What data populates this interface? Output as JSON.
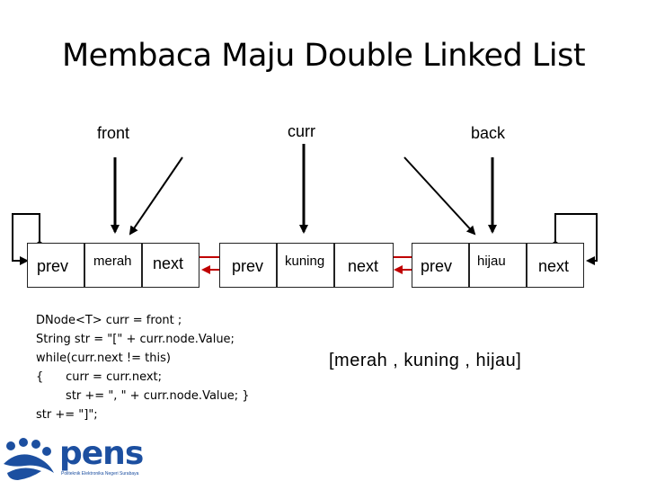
{
  "title": "Membaca Maju Double Linked List",
  "pointers": {
    "front": "front",
    "curr": "curr",
    "back": "back"
  },
  "nodes": [
    {
      "prev": "prev",
      "value": "merah",
      "next": "next"
    },
    {
      "prev": "prev",
      "value": "kuning",
      "next": "next"
    },
    {
      "prev": "prev",
      "value": "hijau",
      "next": "next"
    }
  ],
  "code_lines": [
    "DNode<T> curr = front ;",
    "String str = \"[\" + curr.node.Value;",
    "while(curr.next != this)",
    "{      curr = curr.next;",
    "        str += \", \" + curr.node.Value; }",
    "str += \"]\";"
  ],
  "result": "[merah , kuning , hijau]",
  "logo": {
    "word": "pens",
    "subtitle": "Politeknik Elektronika Negeri Surabaya"
  },
  "colors": {
    "link_arrow": "#c00000",
    "endpoint": "#c00000",
    "logo": "#1c4fa0"
  }
}
